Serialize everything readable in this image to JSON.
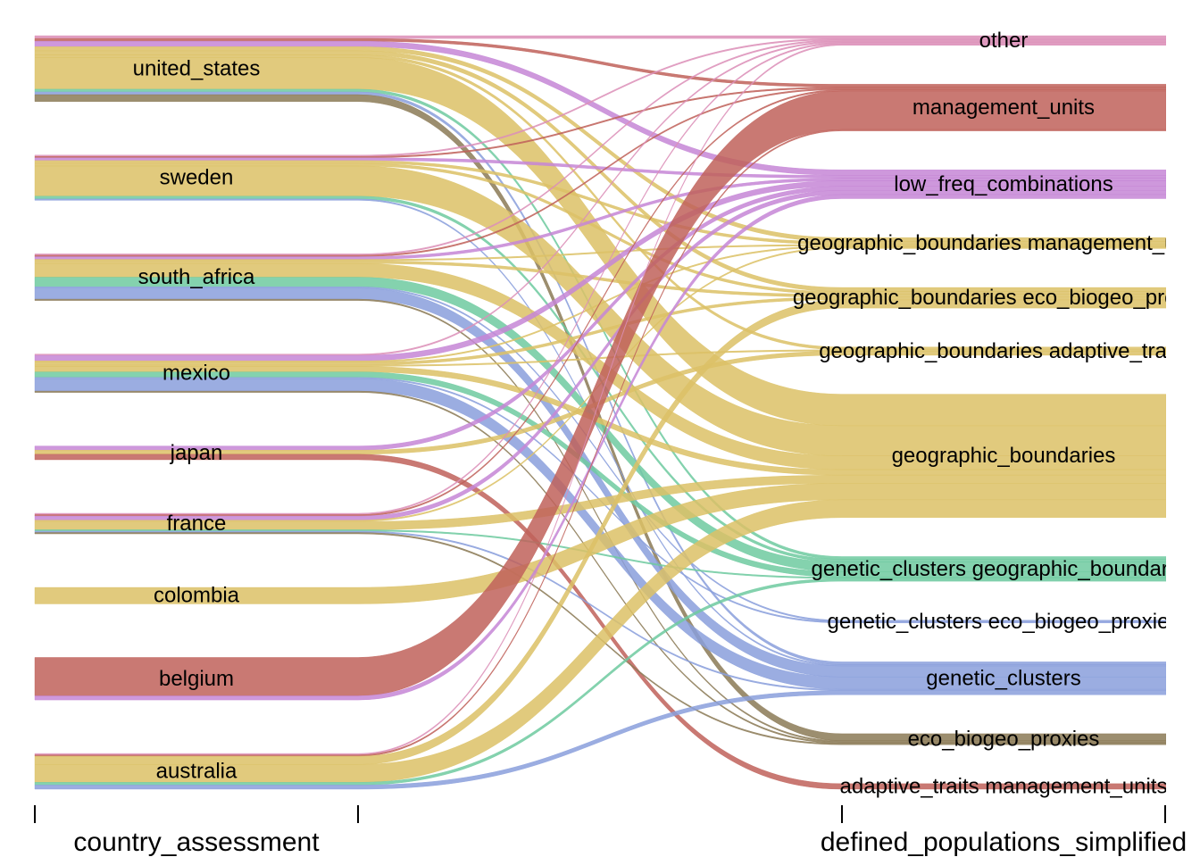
{
  "chart_data": {
    "type": "alluvial",
    "axes": [
      "country_assessment",
      "defined_populations_simplified"
    ],
    "countries": [
      "united_states",
      "sweden",
      "south_africa",
      "mexico",
      "japan",
      "france",
      "colombia",
      "belgium",
      "australia"
    ],
    "categories": [
      "other",
      "management_units",
      "low_freq_combinations",
      "geographic_boundaries management_units",
      "geographic_boundaries eco_biogeo_proxies",
      "geographic_boundaries adaptive_traits",
      "geographic_boundaries",
      "genetic_clusters geographic_boundaries",
      "genetic_clusters eco_biogeo_proxies",
      "genetic_clusters",
      "eco_biogeo_proxies",
      "adaptive_traits management_units"
    ],
    "category_colors": {
      "other": "#dc8fb8",
      "management_units": "#c0625a",
      "low_freq_combinations": "#c586d6",
      "geographic_boundaries management_units": "#dcc166",
      "geographic_boundaries eco_biogeo_proxies": "#dcc166",
      "geographic_boundaries adaptive_traits": "#dcc166",
      "geographic_boundaries": "#dcc166",
      "genetic_clusters geographic_boundaries": "#6fcaa0",
      "genetic_clusters eco_biogeo_proxies": "#8a9fdc",
      "genetic_clusters": "#8a9fdc",
      "eco_biogeo_proxies": "#8b7a56",
      "adaptive_traits management_units": "#c0625a"
    },
    "flows": [
      {
        "from": "united_states",
        "to": "other",
        "value": 2
      },
      {
        "from": "united_states",
        "to": "management_units",
        "value": 2
      },
      {
        "from": "united_states",
        "to": "low_freq_combinations",
        "value": 4
      },
      {
        "from": "united_states",
        "to": "geographic_boundaries management_units",
        "value": 3
      },
      {
        "from": "united_states",
        "to": "geographic_boundaries eco_biogeo_proxies",
        "value": 3
      },
      {
        "from": "united_states",
        "to": "geographic_boundaries adaptive_traits",
        "value": 2
      },
      {
        "from": "united_states",
        "to": "geographic_boundaries",
        "value": 23
      },
      {
        "from": "united_states",
        "to": "genetic_clusters geographic_boundaries",
        "value": 2
      },
      {
        "from": "united_states",
        "to": "genetic_clusters",
        "value": 2
      },
      {
        "from": "united_states",
        "to": "eco_biogeo_proxies",
        "value": 5
      },
      {
        "from": "sweden",
        "to": "other",
        "value": 1
      },
      {
        "from": "sweden",
        "to": "management_units",
        "value": 1
      },
      {
        "from": "sweden",
        "to": "low_freq_combinations",
        "value": 2
      },
      {
        "from": "sweden",
        "to": "geographic_boundaries management_units",
        "value": 2
      },
      {
        "from": "sweden",
        "to": "geographic_boundaries eco_biogeo_proxies",
        "value": 2
      },
      {
        "from": "sweden",
        "to": "geographic_boundaries",
        "value": 22
      },
      {
        "from": "sweden",
        "to": "genetic_clusters geographic_boundaries",
        "value": 2
      },
      {
        "from": "sweden",
        "to": "genetic_clusters",
        "value": 1
      },
      {
        "from": "south_africa",
        "to": "other",
        "value": 1
      },
      {
        "from": "south_africa",
        "to": "management_units",
        "value": 1
      },
      {
        "from": "south_africa",
        "to": "low_freq_combinations",
        "value": 2
      },
      {
        "from": "south_africa",
        "to": "geographic_boundaries management_units",
        "value": 1
      },
      {
        "from": "south_africa",
        "to": "geographic_boundaries eco_biogeo_proxies",
        "value": 2
      },
      {
        "from": "south_africa",
        "to": "geographic_boundaries",
        "value": 10
      },
      {
        "from": "south_africa",
        "to": "genetic_clusters geographic_boundaries",
        "value": 7
      },
      {
        "from": "south_africa",
        "to": "genetic_clusters eco_biogeo_proxies",
        "value": 1
      },
      {
        "from": "south_africa",
        "to": "genetic_clusters",
        "value": 8
      },
      {
        "from": "south_africa",
        "to": "eco_biogeo_proxies",
        "value": 1
      },
      {
        "from": "mexico",
        "to": "other",
        "value": 1
      },
      {
        "from": "mexico",
        "to": "low_freq_combinations",
        "value": 4
      },
      {
        "from": "mexico",
        "to": "geographic_boundaries management_units",
        "value": 1
      },
      {
        "from": "mexico",
        "to": "geographic_boundaries eco_biogeo_proxies",
        "value": 2
      },
      {
        "from": "mexico",
        "to": "geographic_boundaries adaptive_traits",
        "value": 1
      },
      {
        "from": "mexico",
        "to": "geographic_boundaries",
        "value": 4
      },
      {
        "from": "mexico",
        "to": "genetic_clusters geographic_boundaries",
        "value": 4
      },
      {
        "from": "mexico",
        "to": "genetic_clusters eco_biogeo_proxies",
        "value": 1
      },
      {
        "from": "mexico",
        "to": "genetic_clusters",
        "value": 9
      },
      {
        "from": "mexico",
        "to": "eco_biogeo_proxies",
        "value": 1
      },
      {
        "from": "japan",
        "to": "low_freq_combinations",
        "value": 3
      },
      {
        "from": "japan",
        "to": "geographic_boundaries adaptive_traits",
        "value": 3
      },
      {
        "from": "japan",
        "to": "adaptive_traits management_units",
        "value": 4
      },
      {
        "from": "france",
        "to": "other",
        "value": 1
      },
      {
        "from": "france",
        "to": "management_units",
        "value": 1
      },
      {
        "from": "france",
        "to": "low_freq_combinations",
        "value": 3
      },
      {
        "from": "france",
        "to": "geographic_boundaries management_units",
        "value": 1
      },
      {
        "from": "france",
        "to": "geographic_boundaries",
        "value": 6
      },
      {
        "from": "france",
        "to": "genetic_clusters geographic_boundaries",
        "value": 1
      },
      {
        "from": "france",
        "to": "genetic_clusters",
        "value": 1
      },
      {
        "from": "france",
        "to": "eco_biogeo_proxies",
        "value": 1
      },
      {
        "from": "colombia",
        "to": "geographic_boundaries",
        "value": 12
      },
      {
        "from": "belgium",
        "to": "management_units",
        "value": 28
      },
      {
        "from": "belgium",
        "to": "low_freq_combinations",
        "value": 3
      },
      {
        "from": "australia",
        "to": "other",
        "value": 1
      },
      {
        "from": "australia",
        "to": "management_units",
        "value": 1
      },
      {
        "from": "australia",
        "to": "geographic_boundaries eco_biogeo_proxies",
        "value": 6
      },
      {
        "from": "australia",
        "to": "geographic_boundaries",
        "value": 13
      },
      {
        "from": "australia",
        "to": "genetic_clusters geographic_boundaries",
        "value": 2
      },
      {
        "from": "australia",
        "to": "genetic_clusters",
        "value": 3
      }
    ],
    "country_labels": [
      "united_states",
      "sweden",
      "south_africa",
      "mexico",
      "japan",
      "france",
      "colombia",
      "belgium",
      "australia"
    ],
    "category_labels": [
      "other",
      "management_units",
      "low_freq_combinations",
      "geographic_boundaries management_units",
      "geographic_boundaries eco_biogeo_proxies",
      "geographic_boundaries adaptive_traits",
      "geographic_boundaries",
      "genetic_clusters geographic_boundaries",
      "genetic_clusters eco_biogeo_proxies",
      "genetic_clusters",
      "eco_biogeo_proxies",
      "adaptive_traits management_units"
    ],
    "xlabel_left": "country_assessment",
    "xlabel_right": "defined_populations_simplified",
    "grid": false,
    "legend": "none"
  }
}
